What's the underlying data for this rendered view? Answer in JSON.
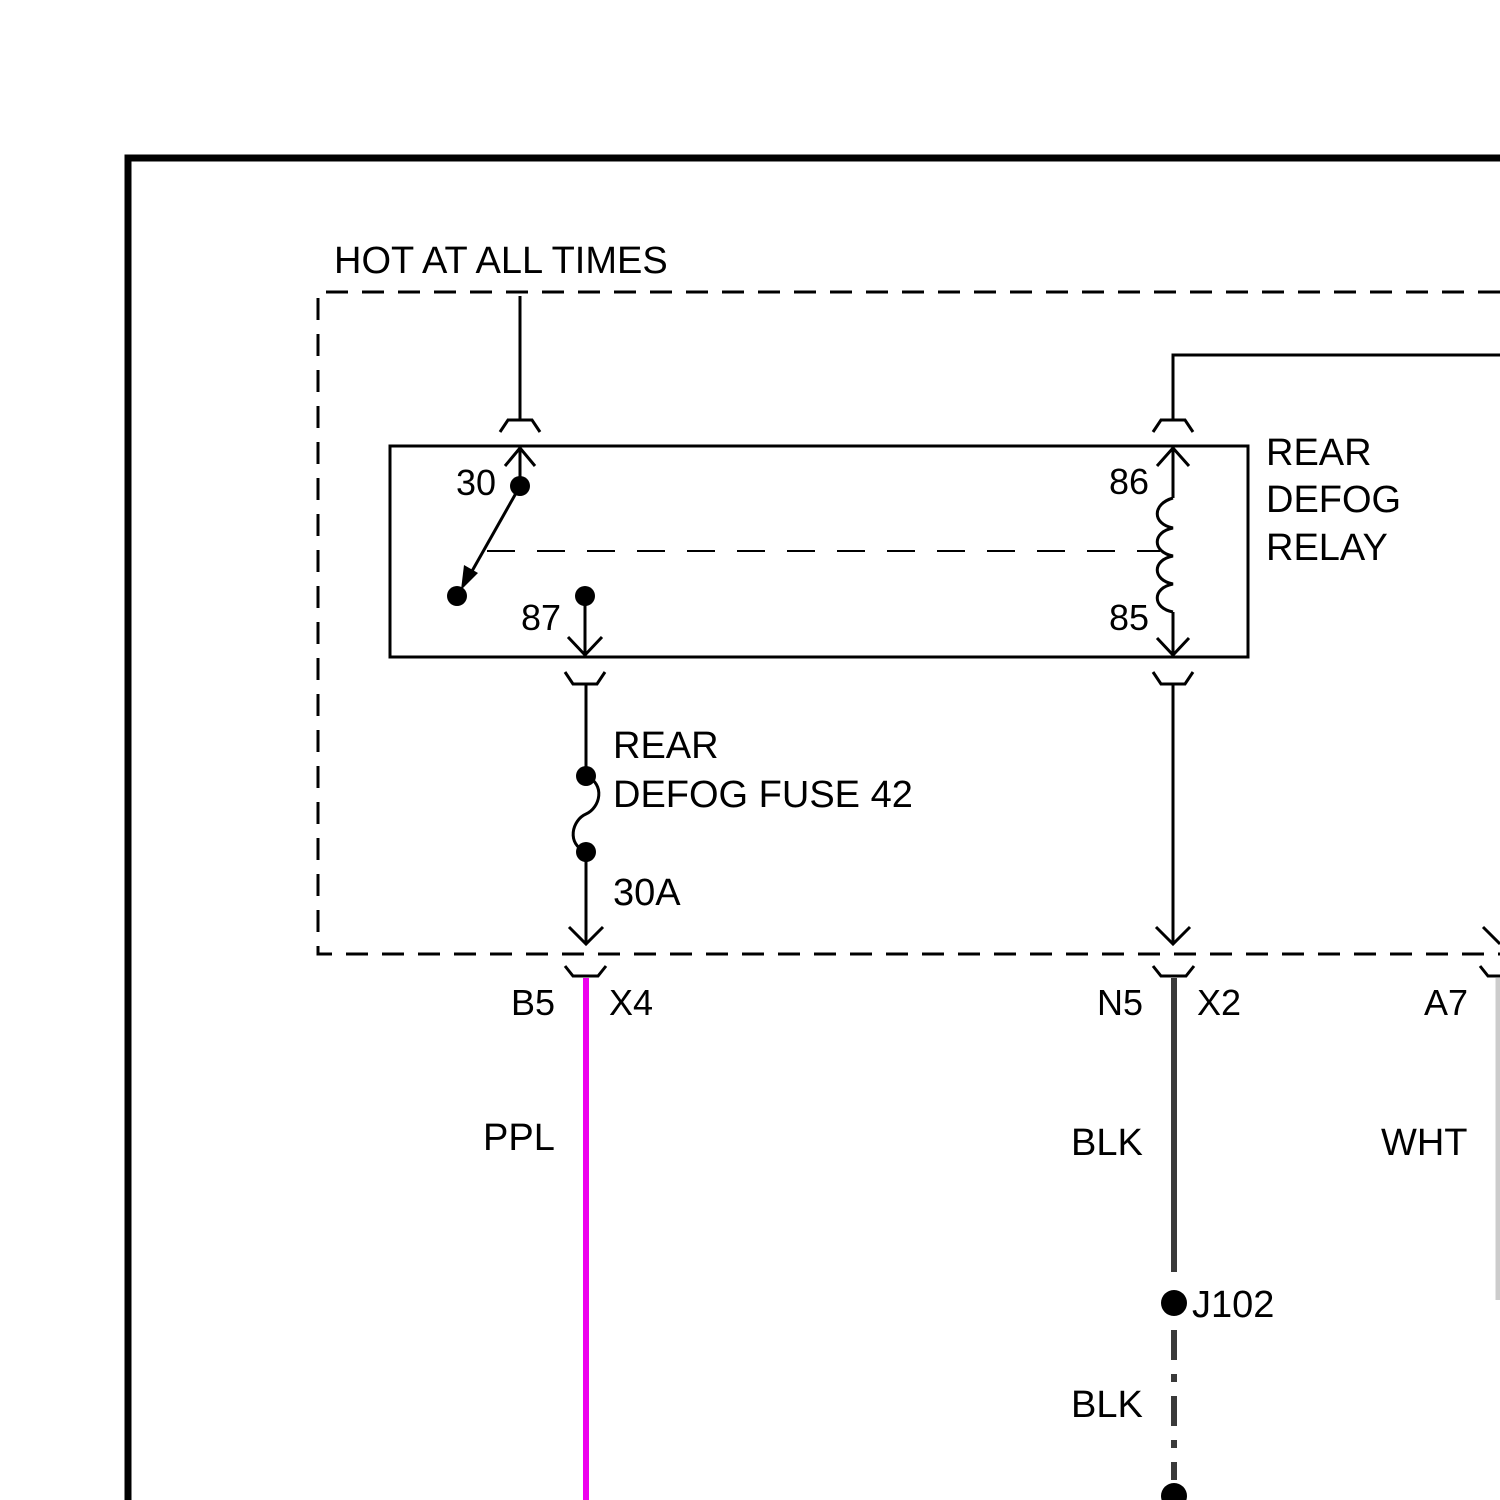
{
  "power": {
    "label": "HOT AT ALL TIMES"
  },
  "relay": {
    "name_lines": [
      "REAR",
      "DEFOG",
      "RELAY"
    ],
    "pins": {
      "p30": "30",
      "p87": "87",
      "p86": "86",
      "p85": "85"
    }
  },
  "fuse": {
    "name_lines": [
      "REAR",
      "DEFOG FUSE 42"
    ],
    "rating": "30A"
  },
  "connectors": {
    "b5": "B5",
    "x4": "X4",
    "n5": "N5",
    "x2": "X2",
    "a7": "A7"
  },
  "wires": {
    "ppl": {
      "label": "PPL",
      "color": "#ee00ee"
    },
    "blk_upper": {
      "label": "BLK",
      "color": "#3a3a3a"
    },
    "blk_lower": {
      "label": "BLK",
      "color": "#3a3a3a"
    },
    "wht": {
      "label": "WHT",
      "color": "#cccccc"
    }
  },
  "splice": {
    "label": "J102"
  }
}
